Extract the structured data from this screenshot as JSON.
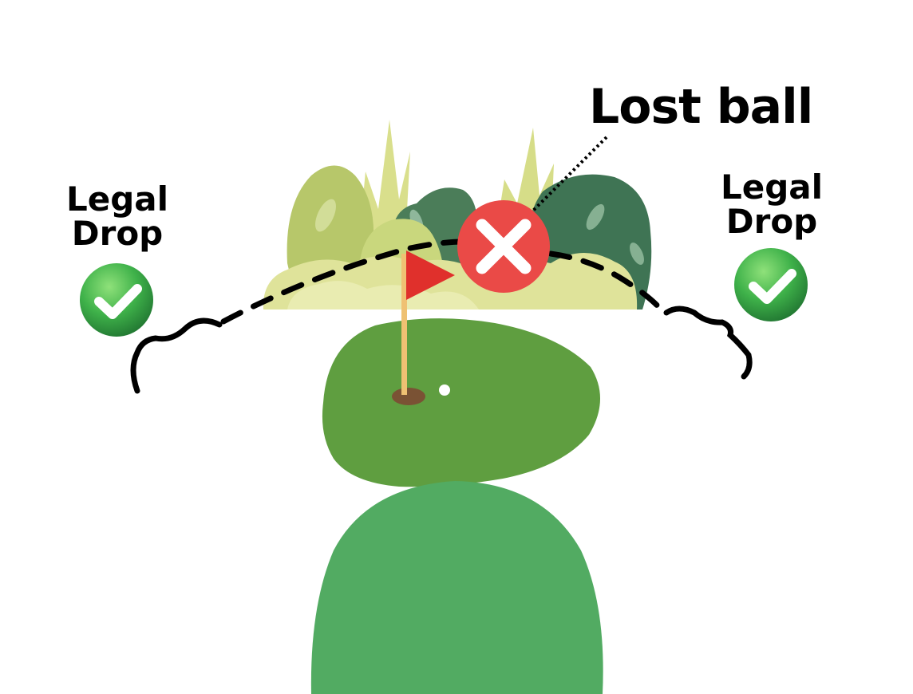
{
  "lost_ball": {
    "label": "Lost ball"
  },
  "legal_drop_left": {
    "line1": "Legal",
    "line2": "Drop"
  },
  "legal_drop_right": {
    "line1": "Legal",
    "line2": "Drop"
  },
  "colors": {
    "green_ok": "#3fb24a",
    "red_x": "#ea4a47",
    "flag": "#e0302c",
    "putting_green": "#5f9e40",
    "fairway": "#52ab62",
    "hazard_dark": "#4d7f5a",
    "hazard_light": "#c8d77a",
    "boundary": "#000000"
  },
  "icons": {
    "legal": "check-circle-icon",
    "lost": "x-circle-icon",
    "hole": "flag-icon"
  }
}
